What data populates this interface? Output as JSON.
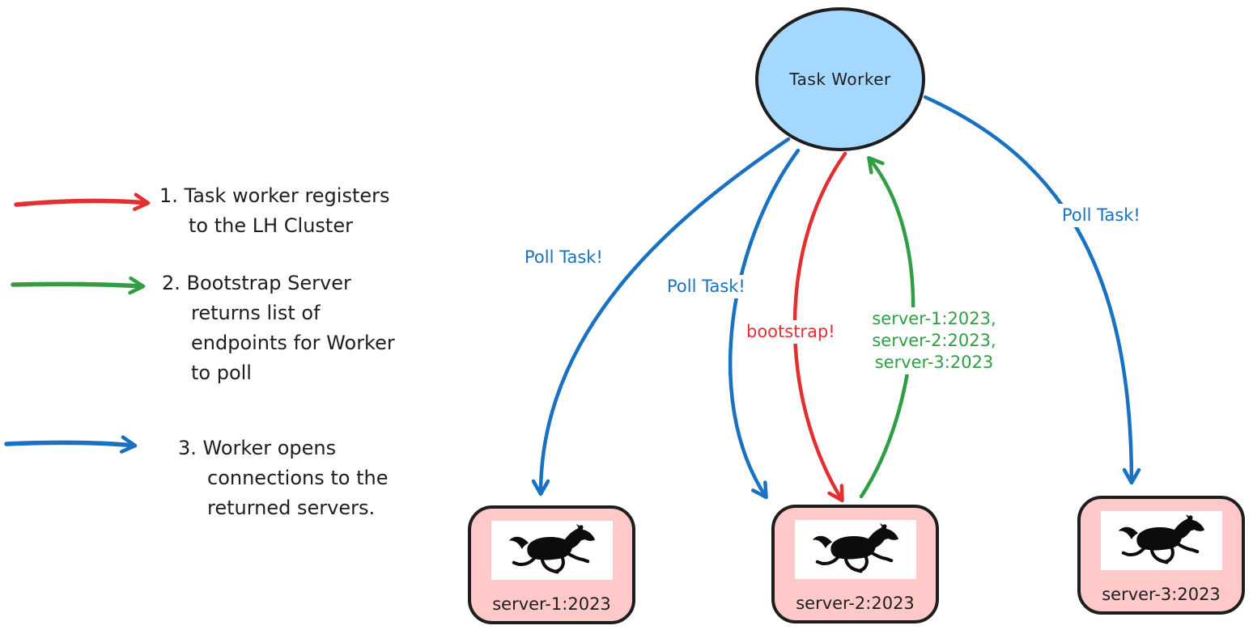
{
  "colors": {
    "blue": "#1971c2",
    "red": "#e03131",
    "green": "#2f9e44",
    "node_fill": "#a5d8ff",
    "server_fill": "#ffc9c9",
    "outline": "#1e1e1e"
  },
  "diagram": {
    "node": {
      "label": "Task Worker"
    },
    "servers": [
      {
        "label": "server-1:2023"
      },
      {
        "label": "server-2:2023"
      },
      {
        "label": "server-3:2023"
      }
    ],
    "edges": {
      "poll_left": "Poll Task!",
      "poll_mid": "Poll Task!",
      "poll_right": "Poll Task!",
      "bootstrap": "bootstrap!",
      "endpoints": "server-1:2023,\nserver-2:2023,\nserver-3:2023"
    }
  },
  "legend": {
    "items": [
      {
        "color": "red",
        "text": "1. Task worker registers\nto the LH Cluster"
      },
      {
        "color": "green",
        "text": "2. Bootstrap Server\nreturns list of\nendpoints for Worker\nto poll"
      },
      {
        "color": "blue",
        "text": "3. Worker opens\nconnections to the\nreturned servers."
      }
    ]
  }
}
